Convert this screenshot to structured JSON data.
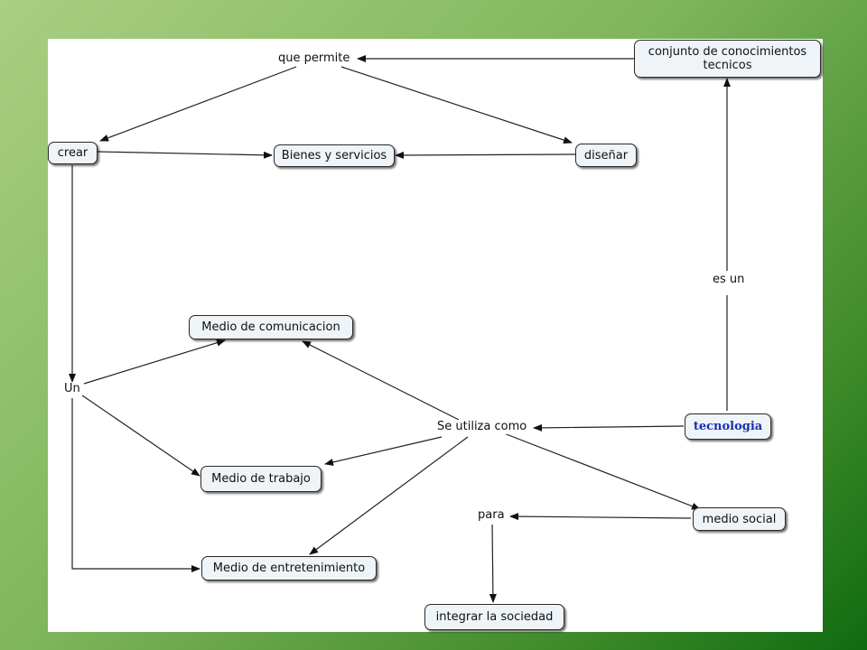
{
  "concept_map": {
    "concepts": {
      "tecnologia": "tecnologia",
      "conjunto": "conjunto de conocimientos\ntecnicos",
      "crear": "crear",
      "bienes": "Bienes y servicios",
      "disenar": "diseñar",
      "medio_comunicacion": "Medio de comunicacion",
      "medio_trabajo": "Medio de trabajo",
      "medio_entretenimiento": "Medio de entretenimiento",
      "medio_social": "medio social",
      "integrar": "integrar la sociedad"
    },
    "linking_phrases": {
      "es_un": "es un",
      "que_permite": "que permite",
      "un": "Un",
      "se_utiliza_como": "Se utiliza como",
      "para": "para"
    }
  }
}
